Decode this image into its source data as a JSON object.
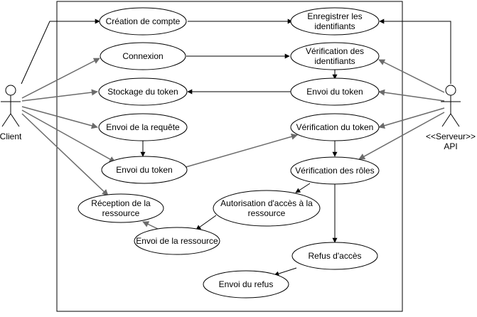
{
  "actors": {
    "client": "Client",
    "server_stereotype": "<<Serveur>>",
    "server_name": "API"
  },
  "use_cases": {
    "creation_compte": [
      "Création de compte"
    ],
    "connexion": [
      "Connexion"
    ],
    "stockage_token": [
      "Stockage du token"
    ],
    "envoi_requete": [
      "Envoi de la requête"
    ],
    "envoi_token_client": [
      "Envoi du token"
    ],
    "reception_ressource": [
      "Réception de la",
      "ressource"
    ],
    "envoi_ressource": [
      "Envoi de la ressource"
    ],
    "enregistrer_identifiants": [
      "Enregistrer les",
      "identifiants"
    ],
    "verification_identifiants": [
      "Vérification des",
      "identifiants"
    ],
    "envoi_token_serveur": [
      "Envoi du token"
    ],
    "verification_token": [
      "Vérification du token"
    ],
    "verification_roles": [
      "Vérification des rôles"
    ],
    "autorisation_acces": [
      "Autorisation d'accès à la",
      "ressource"
    ],
    "refus_acces": [
      "Refus d'accès"
    ],
    "envoi_refus": [
      "Envoi du refus"
    ]
  }
}
